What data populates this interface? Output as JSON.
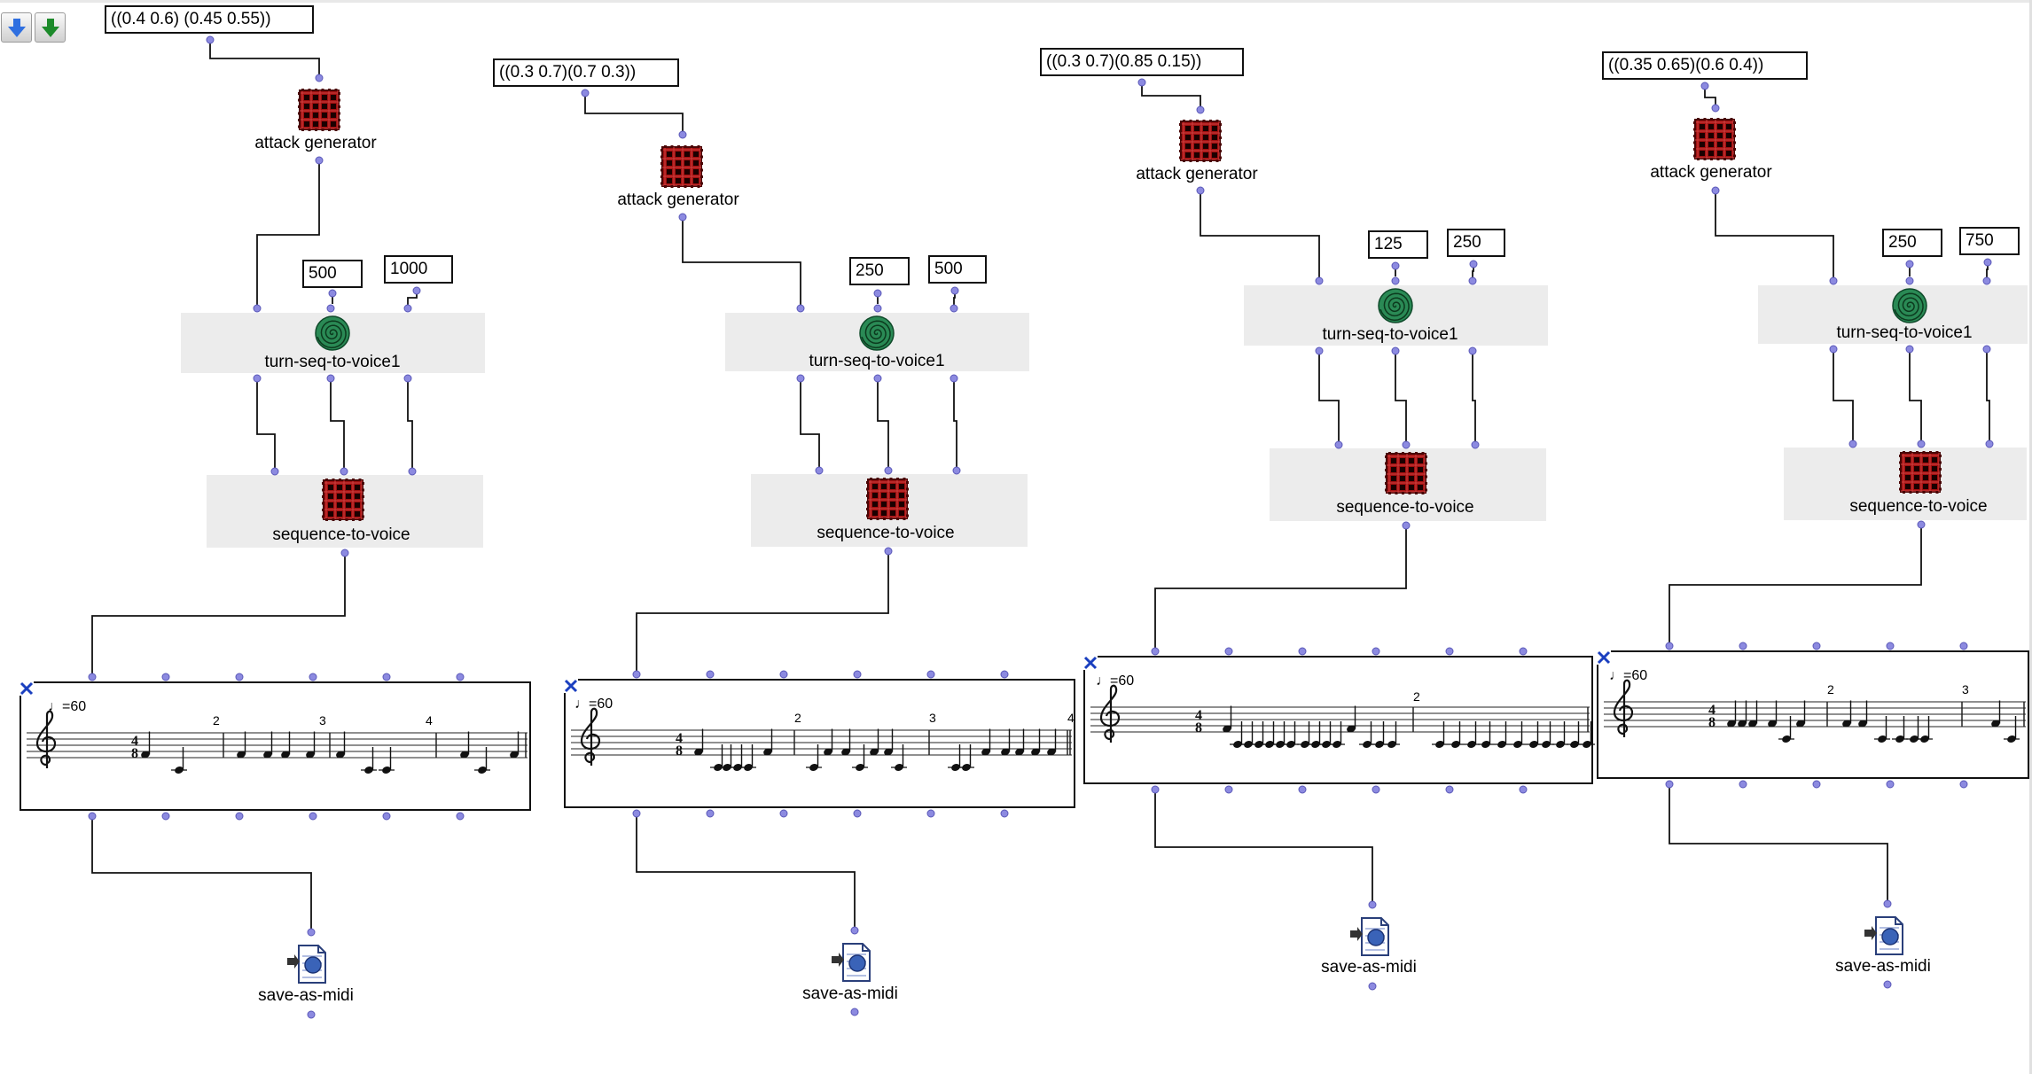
{
  "toolbar": {
    "icons": [
      "arrow-down-blue-icon",
      "arrow-down-green-icon"
    ]
  },
  "colors": {
    "panel": "#ececec",
    "wire": "#111111",
    "inlet": "#8c8ae0",
    "generator": "#a01010",
    "spiral": "#2a8a55",
    "midi": "#3a63b8"
  },
  "patches": [
    {
      "list": "((0.4 0.6) (0.45 0.55))",
      "generator_label": "attack generator",
      "min": "500",
      "max": "1000",
      "turn_label": "turn-seq-to-voice1",
      "seq_label": "sequence-to-voice",
      "tempo": "=60",
      "measures": [
        "2",
        "3",
        "4"
      ],
      "save_label": "save-as-midi"
    },
    {
      "list": "((0.3 0.7)(0.7 0.3))",
      "generator_label": "attack generator",
      "min": "250",
      "max": "500",
      "turn_label": "turn-seq-to-voice1",
      "seq_label": "sequence-to-voice",
      "tempo": "=60",
      "measures": [
        "2",
        "3",
        "4"
      ],
      "save_label": "save-as-midi"
    },
    {
      "list": "((0.3 0.7)(0.85 0.15))",
      "generator_label": "attack generator",
      "min": "125",
      "max": "250",
      "turn_label": "turn-seq-to-voice1",
      "seq_label": "sequence-to-voice",
      "tempo": "=60",
      "measures": [
        "2"
      ],
      "save_label": "save-as-midi"
    },
    {
      "list": "((0.35 0.65)(0.6 0.4))",
      "generator_label": "attack generator",
      "min": "250",
      "max": "750",
      "turn_label": "turn-seq-to-voice1",
      "seq_label": "sequence-to-voice",
      "tempo": "=60",
      "measures": [
        "2",
        "3"
      ],
      "save_label": "save-as-midi"
    }
  ]
}
